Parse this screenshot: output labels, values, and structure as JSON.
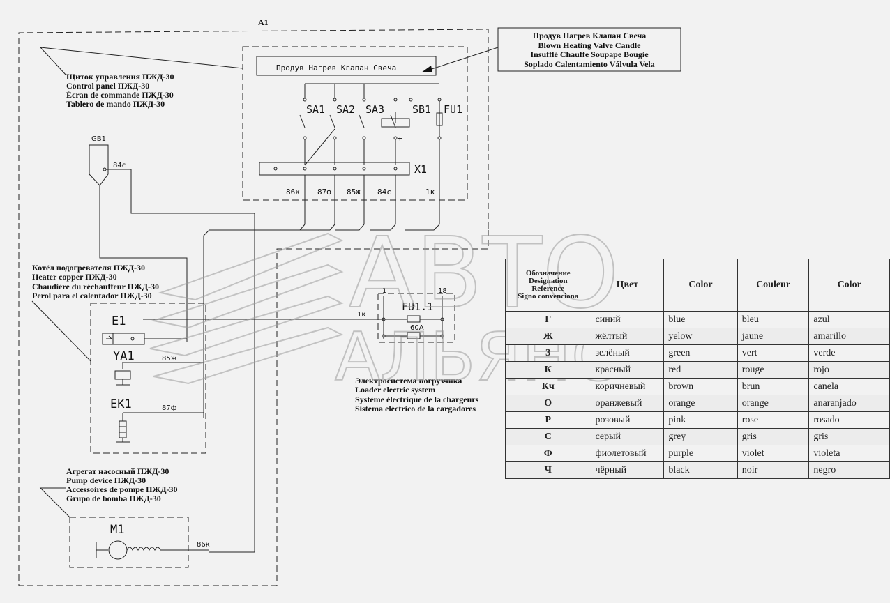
{
  "frame_label": "A1",
  "legend_box": [
    "Продув  Нагрев  Клапан  Свеча",
    "Blown  Heating  Valve  Candle",
    "Insufflé  Chauffe  Soupape Bougie",
    "Soplado Calentamiento Válvula Vela"
  ],
  "panel_strip": "Продув  Нагрев  Клапан  Свеча",
  "control_panel_labels": [
    "Щиток управления ПЖД-30",
    "Control panel ПЖД-30",
    "Écran de commande ПЖД-30",
    "Tablero de mando ПЖД-30"
  ],
  "heater_labels": [
    "Котёл подогревателя ПЖД-30",
    "Heater copper ПЖД-30",
    "Chaudière du réchauffeur ПЖД-30",
    "Perol para el calentador ПЖД-30"
  ],
  "pump_labels": [
    "Агрегат насосный ПЖД-30",
    "Pump device ПЖД-30",
    "Accessoires de pompe ПЖД-30",
    "Grupo de bomba ПЖД-30"
  ],
  "loader_labels": [
    "Электросистема погрузчика",
    "Loader electric system",
    "Système électrique de la chargeurs",
    "Sistema eléctrico de la cargadores"
  ],
  "components": {
    "sa1": "SA1",
    "sa2": "SA2",
    "sa3": "SA3",
    "sb1": "SB1",
    "fu1": "FU1",
    "x1": "X1",
    "gb1": "GB1",
    "e1": "E1",
    "ya1": "YA1",
    "ek1": "EK1",
    "m1": "M1",
    "fu11": "FU1.1",
    "fuse_rating": "60A",
    "pin1": "1",
    "pin18": "18",
    "plus": "+"
  },
  "wires": {
    "w86k": "86к",
    "w87f": "87ф",
    "w85zh": "85ж",
    "w84c": "84с",
    "w1k": "1к"
  },
  "watermark": {
    "line1": "АВТО",
    "line2": "АЛЬЯНС"
  },
  "color_table": {
    "headers": [
      "Обозначение\nDesignation\nReference\nSigno convenciona",
      "Цвет",
      "Color",
      "Couleur",
      "Color"
    ],
    "rows": [
      [
        "Г",
        "синий",
        "blue",
        "bleu",
        "azul"
      ],
      [
        "Ж",
        "жёлтый",
        "yelow",
        "jaune",
        "amarillo"
      ],
      [
        "З",
        "зелёный",
        "green",
        "vert",
        "verde"
      ],
      [
        "К",
        "красный",
        "red",
        "rouge",
        "rojo"
      ],
      [
        "Кч",
        "коричневый",
        "brown",
        "brun",
        "canela"
      ],
      [
        "О",
        "оранжевый",
        "orange",
        "orange",
        "anaranjado"
      ],
      [
        "Р",
        "розовый",
        "pink",
        " rose",
        "rosado"
      ],
      [
        "С",
        "серый",
        "grey",
        "gris",
        "gris"
      ],
      [
        "Ф",
        "фиолетовый",
        "purple",
        "violet",
        "violeta"
      ],
      [
        "Ч",
        "чёрный",
        "black",
        "noir",
        "negro"
      ]
    ]
  }
}
